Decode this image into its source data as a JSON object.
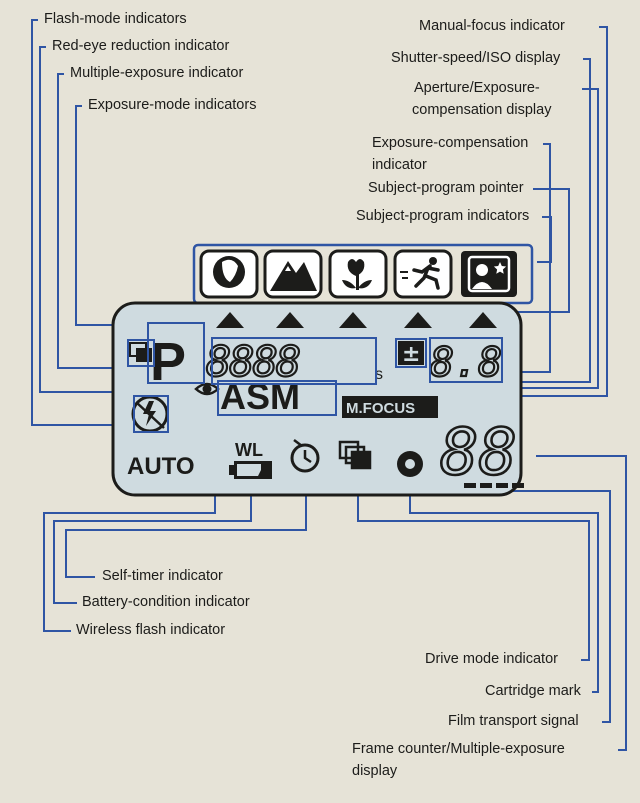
{
  "labels": {
    "flash_mode": "Flash-mode indicators",
    "red_eye": "Red-eye reduction indicator",
    "multi_exposure": "Multiple-exposure indicator",
    "exposure_mode": "Exposure-mode indicators",
    "manual_focus": "Manual-focus indicator",
    "shutter_iso": "Shutter-speed/ISO display",
    "aperture_line1": "Aperture/Exposure-",
    "aperture_line2": "compensation display",
    "exp_comp_line1": "Exposure-compensation",
    "exp_comp_line2": "indicator",
    "subject_pointer": "Subject-program pointer",
    "subject_indicators": "Subject-program indicators",
    "self_timer": "Self-timer indicator",
    "battery": "Battery-condition indicator",
    "wireless": "Wireless flash indicator",
    "drive_mode": "Drive mode indicator",
    "cartridge": "Cartridge mark",
    "film_transport": "Film transport signal",
    "frame_line1": "Frame counter/Multiple-exposure",
    "frame_line2": "display"
  },
  "lcd": {
    "p_mode": "P",
    "shutter_digits": "8888",
    "shutter_suffix": "s",
    "plus_minus": "±",
    "aperture_digits": "8.8",
    "asm": "ASM",
    "mfocus": "M.FOCUS",
    "frame_digits": "88",
    "wl": "WL",
    "auto": "AUTO"
  },
  "icons": [
    "portrait-icon",
    "landscape-icon",
    "close-up-icon",
    "sports-icon",
    "night-portrait-icon"
  ],
  "colors": {
    "background": "#e6e3d7",
    "lcd_fill": "#cfdbe0",
    "ink": "#1c1c1a",
    "callout_line": "#2f55a4"
  }
}
